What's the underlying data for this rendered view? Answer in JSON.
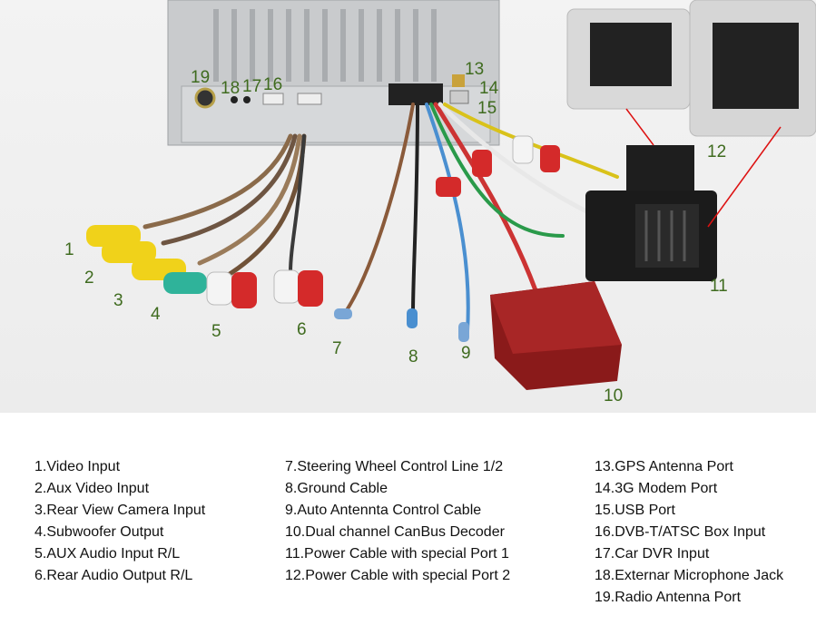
{
  "callouts": [
    "1",
    "2",
    "3",
    "4",
    "5",
    "6",
    "7",
    "8",
    "9",
    "10",
    "11",
    "12",
    "13",
    "14",
    "15",
    "16",
    "17",
    "18",
    "19"
  ],
  "legend": {
    "col1": [
      "1.Video Input",
      "2.Aux Video Input",
      "3.Rear View Camera Input",
      "4.Subwoofer Output",
      "5.AUX Audio Input R/L",
      "6.Rear Audio Output R/L"
    ],
    "col2": [
      "7.Steering Wheel Control Line 1/2",
      "8.Ground Cable",
      "9.Auto Antennta Control Cable",
      "10.Dual channel CanBus Decoder",
      "11.Power Cable with special Port 1",
      "12.Power Cable with special Port 2"
    ],
    "col3": [
      "13.GPS Antenna Port",
      "14.3G Modem Port",
      "15.USB Port",
      "16.DVB-T/ATSC Box Input",
      "17.Car DVR Input",
      "18.Externar Microphone Jack",
      "19.Radio Antenna Port"
    ]
  },
  "colors": {
    "callout": "#3f6b1f",
    "yellow_rca": "#f0d21a",
    "green_rca": "#2fb39a",
    "red_rca": "#d42a2a",
    "decoder_box": "#8a1a1a",
    "arrow": "#d11"
  }
}
